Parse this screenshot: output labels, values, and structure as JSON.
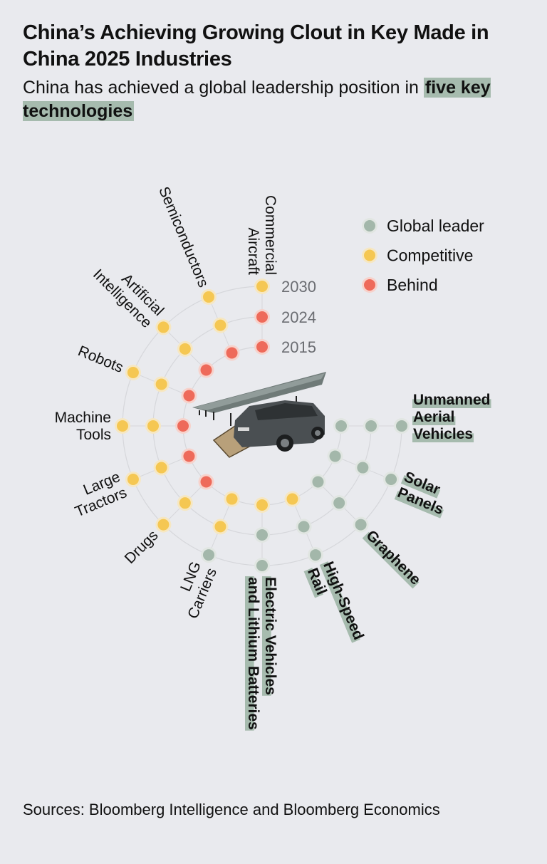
{
  "header": {
    "title": "China’s Achieving Growing Clout in Key Made in China 2025 Industries",
    "subtitle_plain": "China has achieved a global leadership position in ",
    "subtitle_highlight": "five key technologies"
  },
  "legend": {
    "items": [
      {
        "label": "Global leader",
        "status": "leader",
        "color": "#A3B7AA"
      },
      {
        "label": "Competitive",
        "status": "competitive",
        "color": "#F5C752"
      },
      {
        "label": "Behind",
        "status": "behind",
        "color": "#EE6A5A"
      }
    ]
  },
  "colors": {
    "background": "#E9EAEE",
    "leader": "#A3B7AA",
    "competitive": "#F5C752",
    "behind": "#EE6A5A",
    "highlight": "#A6BBAE",
    "grid": "#D6D7DB"
  },
  "center_image": {
    "semantic": "electric-car-under-solar-canopy-with-chip"
  },
  "footer": {
    "sources": "Sources: Bloomberg Intelligence and Bloomberg Economics"
  },
  "chart_data": {
    "type": "radial-dot-matrix",
    "title": "China’s Achieving Growing Clout in Key Made in China 2025 Industries",
    "subtitle": "China has achieved a global leadership position in five key technologies",
    "ring_labels": [
      "2015",
      "2024",
      "2030"
    ],
    "ring_label_note": "Inner ring = 2015, middle ring = 2024, outer ring = 2030",
    "legend": [
      "Global leader",
      "Competitive",
      "Behind"
    ],
    "categories": [
      {
        "name": "Commercial Aircraft",
        "lines": [
          "Commercial",
          "Aircraft"
        ],
        "highlight": false,
        "2015": "Behind",
        "2024": "Behind",
        "2030": "Competitive"
      },
      {
        "name": "Semiconductors",
        "lines": [
          "Semiconductors"
        ],
        "highlight": false,
        "2015": "Behind",
        "2024": "Competitive",
        "2030": "Competitive"
      },
      {
        "name": "Artificial Intelligence",
        "lines": [
          "Artificial",
          "Intelligence"
        ],
        "highlight": false,
        "2015": "Behind",
        "2024": "Competitive",
        "2030": "Competitive"
      },
      {
        "name": "Robots",
        "lines": [
          "Robots"
        ],
        "highlight": false,
        "2015": "Behind",
        "2024": "Competitive",
        "2030": "Competitive"
      },
      {
        "name": "Machine Tools",
        "lines": [
          "Machine",
          "Tools"
        ],
        "highlight": false,
        "2015": "Behind",
        "2024": "Competitive",
        "2030": "Competitive"
      },
      {
        "name": "Large Tractors",
        "lines": [
          "Large",
          "Tractors"
        ],
        "highlight": false,
        "2015": "Behind",
        "2024": "Competitive",
        "2030": "Competitive"
      },
      {
        "name": "Drugs",
        "lines": [
          "Drugs"
        ],
        "highlight": false,
        "2015": "Behind",
        "2024": "Competitive",
        "2030": "Competitive"
      },
      {
        "name": "LNG Carriers",
        "lines": [
          "LNG",
          "Carriers"
        ],
        "highlight": false,
        "2015": "Competitive",
        "2024": "Competitive",
        "2030": "Global leader"
      },
      {
        "name": "Electric Vehicles and Lithium Batteries",
        "lines": [
          "Electric Vehicles",
          "and Lithium Batteries"
        ],
        "highlight": true,
        "2015": "Competitive",
        "2024": "Global leader",
        "2030": "Global leader"
      },
      {
        "name": "High-Speed Rail",
        "lines": [
          "High-Speed",
          "Rail"
        ],
        "highlight": true,
        "2015": "Competitive",
        "2024": "Global leader",
        "2030": "Global leader"
      },
      {
        "name": "Graphene",
        "lines": [
          "Graphene"
        ],
        "highlight": true,
        "2015": "Global leader",
        "2024": "Global leader",
        "2030": "Global leader"
      },
      {
        "name": "Solar Panels",
        "lines": [
          "Solar",
          "Panels"
        ],
        "highlight": true,
        "2015": "Global leader",
        "2024": "Global leader",
        "2030": "Global leader"
      },
      {
        "name": "Unmanned Aerial Vehicles",
        "lines": [
          "Unmanned",
          "Aerial",
          "Vehicles"
        ],
        "highlight": true,
        "2015": "Global leader",
        "2024": "Global leader",
        "2030": "Global leader"
      }
    ]
  }
}
